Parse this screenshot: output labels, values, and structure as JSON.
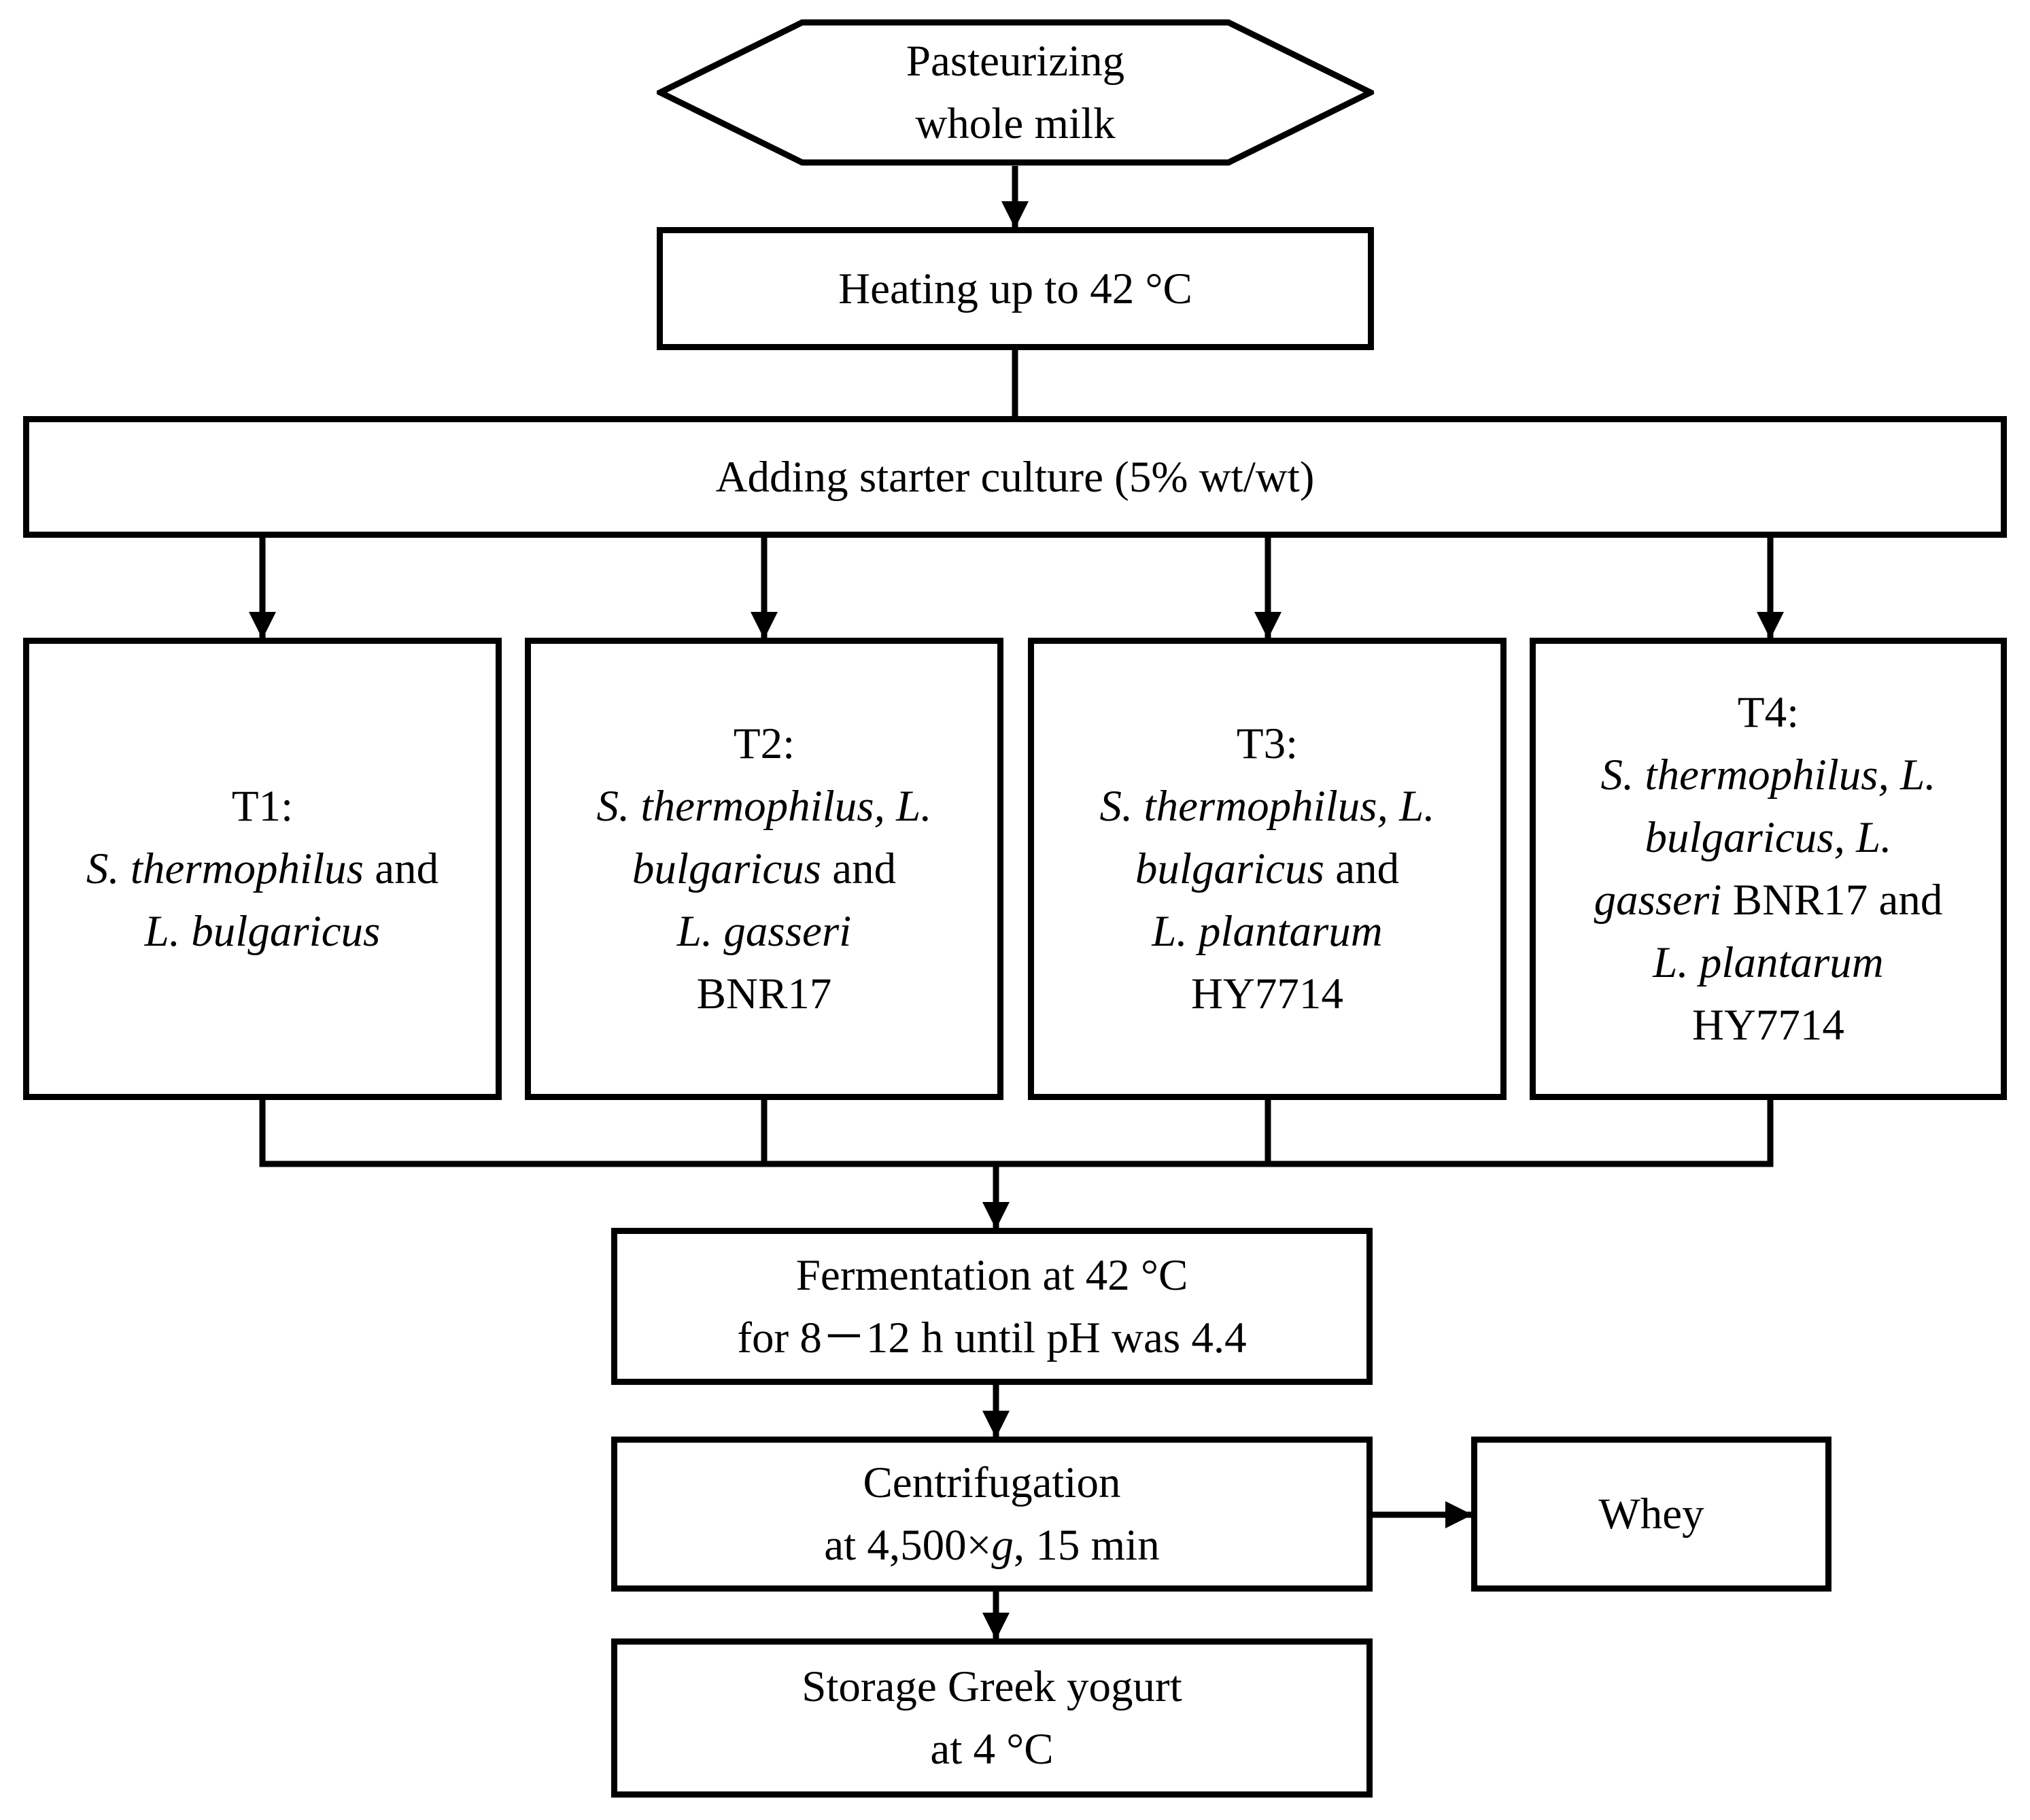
{
  "nodes": {
    "pasteurize": {
      "line1": "Pasteurizing",
      "line2": "whole milk"
    },
    "heating": {
      "text": "Heating up to 42 °C"
    },
    "starter": {
      "text": "Adding starter culture (5% wt/wt)"
    },
    "t1": {
      "label": "T1:",
      "s_thermo": "S. thermophilus",
      "and": " and",
      "l_bulg": "L. bulgaricus"
    },
    "t2": {
      "label": "T2:",
      "s_thermo_l": "S. thermophilus, L.",
      "bulg": "bulgaricus",
      "and": " and",
      "l_gasseri": "L. gasseri",
      "strain": "BNR17"
    },
    "t3": {
      "label": "T3:",
      "s_thermo_l": "S. thermophilus, L.",
      "bulg": "bulgaricus",
      "and": " and",
      "l_plant": "L. plantarum",
      "strain": "HY7714"
    },
    "t4": {
      "label": "T4:",
      "s_thermo_l": "S. thermophilus, L.",
      "bulg_l": "bulgaricus, L.",
      "gasseri": "gasseri",
      "strain1_and": " BNR17 and",
      "l_plant": "L. plantarum",
      "strain2": "HY7714"
    },
    "fermentation": {
      "line1": "Fermentation at 42 °C",
      "line2": "for 8－12 h until pH was 4.4"
    },
    "centrifugation": {
      "line1": "Centrifugation",
      "line2_a": "at 4,500×",
      "line2_g": "g",
      "line2_b": ", 15 min"
    },
    "whey": {
      "text": "Whey"
    },
    "storage": {
      "line1": "Storage Greek yogurt",
      "line2": "at 4 °C"
    }
  }
}
